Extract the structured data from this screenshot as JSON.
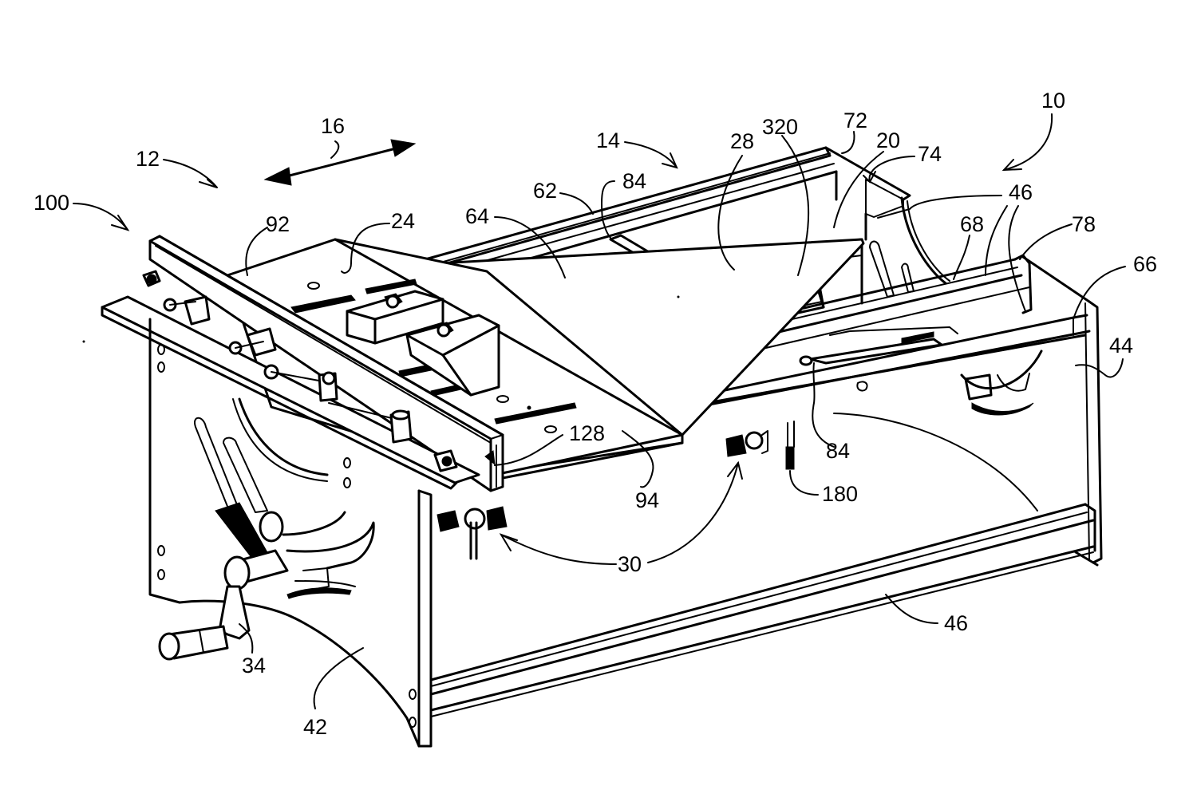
{
  "figure": {
    "type": "patent-drawing",
    "subject": "table saw with sliding table assembly",
    "line_color": "#000000",
    "background": "#ffffff"
  },
  "labels": [
    {
      "id": "l10",
      "text": "10"
    },
    {
      "id": "l12",
      "text": "12"
    },
    {
      "id": "l14",
      "text": "14"
    },
    {
      "id": "l16",
      "text": "16"
    },
    {
      "id": "l20",
      "text": "20"
    },
    {
      "id": "l24",
      "text": "24"
    },
    {
      "id": "l28",
      "text": "28"
    },
    {
      "id": "l30",
      "text": "30"
    },
    {
      "id": "l34",
      "text": "34"
    },
    {
      "id": "l42",
      "text": "42"
    },
    {
      "id": "l44",
      "text": "44"
    },
    {
      "id": "l46a",
      "text": "46"
    },
    {
      "id": "l46b",
      "text": "46"
    },
    {
      "id": "l62",
      "text": "62"
    },
    {
      "id": "l64",
      "text": "64"
    },
    {
      "id": "l66",
      "text": "66"
    },
    {
      "id": "l68",
      "text": "68"
    },
    {
      "id": "l72",
      "text": "72"
    },
    {
      "id": "l74",
      "text": "74"
    },
    {
      "id": "l78",
      "text": "78"
    },
    {
      "id": "l84a",
      "text": "84"
    },
    {
      "id": "l84b",
      "text": "84"
    },
    {
      "id": "l92",
      "text": "92"
    },
    {
      "id": "l94",
      "text": "94"
    },
    {
      "id": "l100",
      "text": "100"
    },
    {
      "id": "l128",
      "text": "128"
    },
    {
      "id": "l180",
      "text": "180"
    },
    {
      "id": "l320",
      "text": "320"
    }
  ]
}
